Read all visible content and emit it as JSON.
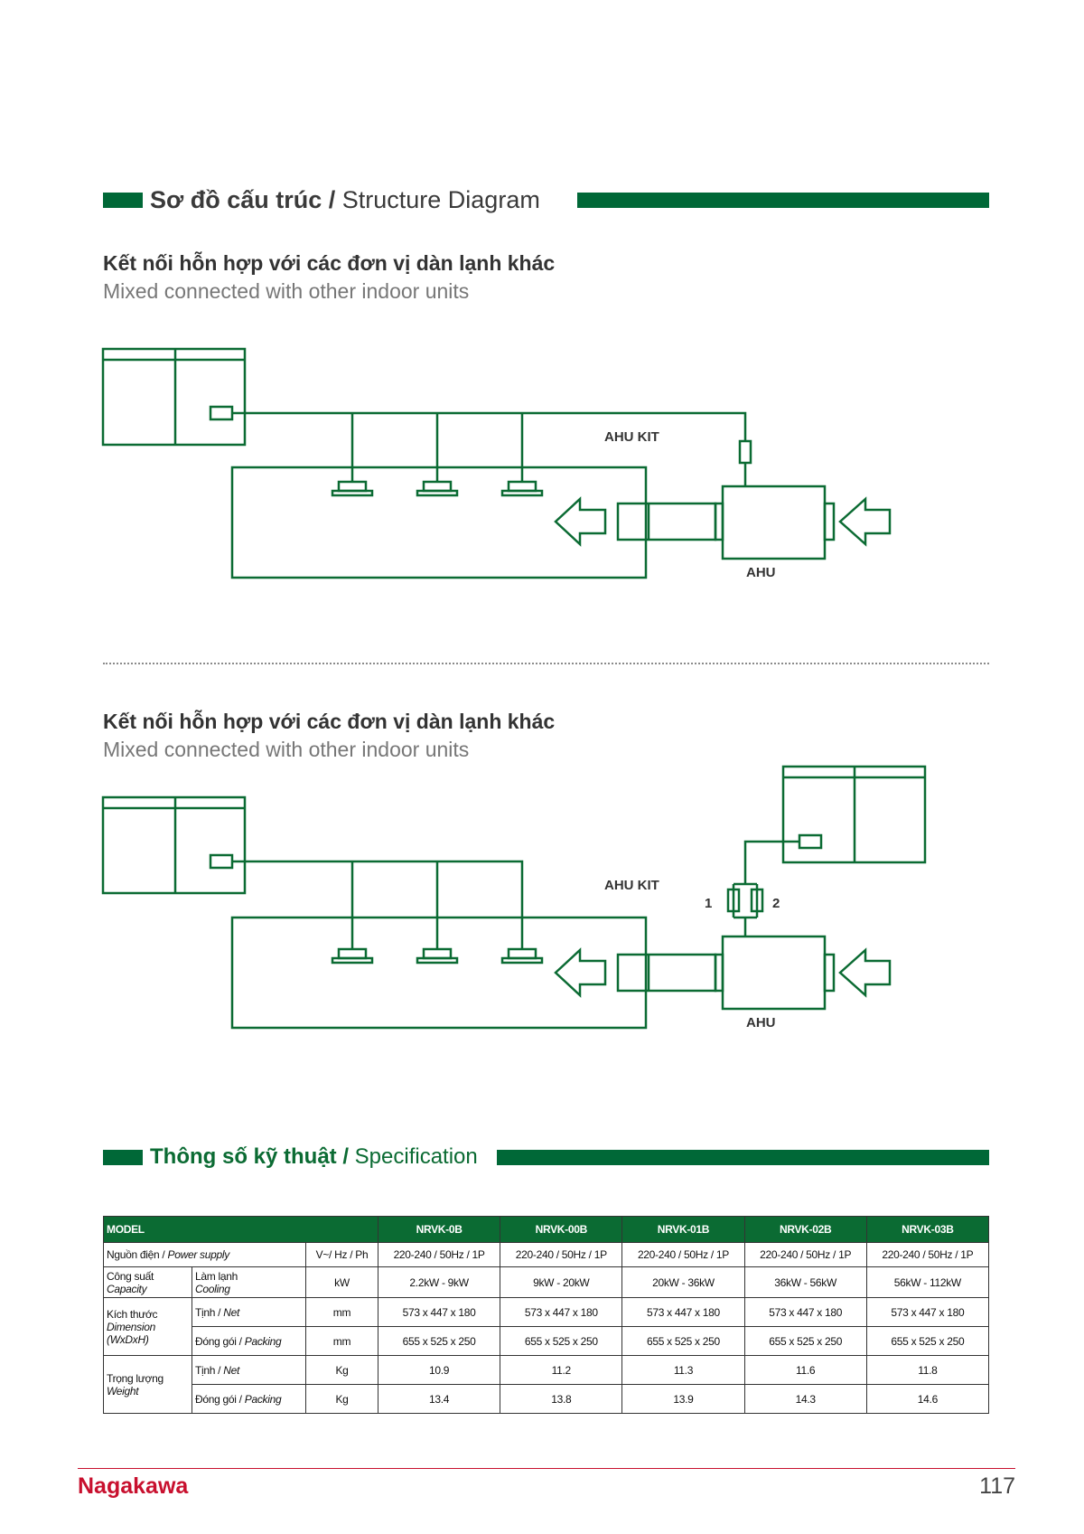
{
  "section1": {
    "title_vi": "Sơ đồ cấu trúc /",
    "title_en": "Structure Diagram"
  },
  "diagram1": {
    "heading_vi": "Kết nối hỗn hợp với các đơn vị dàn lạnh khác",
    "heading_en": "Mixed connected with other indoor units",
    "ahu_kit_label": "AHU KIT",
    "ahu_label": "AHU"
  },
  "diagram2": {
    "heading_vi": "Kết nối hỗn hợp với các đơn vị dàn lạnh khác",
    "heading_en": "Mixed connected with other indoor units",
    "ahu_kit_label": "AHU KIT",
    "ahu_label": "AHU",
    "kit1_label": "1",
    "kit2_label": "2"
  },
  "section2": {
    "title_vi": "Thông số kỹ thuật /",
    "title_en": "Specification"
  },
  "spec": {
    "model_label": "MODEL",
    "models": [
      "NRVK-0B",
      "NRVK-00B",
      "NRVK-01B",
      "NRVK-02B",
      "NRVK-03B"
    ],
    "power": {
      "label_vi": "Nguồn điện /",
      "label_en": "Power supply",
      "unit": "V~/ Hz / Ph",
      "values": [
        "220-240 / 50Hz / 1P",
        "220-240 / 50Hz / 1P",
        "220-240 / 50Hz / 1P",
        "220-240 / 50Hz / 1P",
        "220-240 / 50Hz / 1P"
      ]
    },
    "capacity": {
      "label_vi": "Công suất",
      "label_en": "Capacity",
      "sub_vi": "Làm lạnh",
      "sub_en": "Cooling",
      "unit": "kW",
      "values": [
        "2.2kW - 9kW",
        "9kW - 20kW",
        "20kW - 36kW",
        "36kW - 56kW",
        "56kW - 112kW"
      ]
    },
    "dimension": {
      "label_vi": "Kích thước",
      "label_en1": "Dimension",
      "label_en2": "(WxDxH)",
      "net_vi": "Tịnh /",
      "net_en": "Net",
      "net_unit": "mm",
      "net_values": [
        "573 x 447 x 180",
        "573 x 447 x 180",
        "573 x 447 x 180",
        "573 x 447 x 180",
        "573 x 447 x 180"
      ],
      "pack_vi": "Đóng gói /",
      "pack_en": "Packing",
      "pack_unit": "mm",
      "pack_values": [
        "655 x 525 x 250",
        "655 x 525 x 250",
        "655 x 525 x 250",
        "655 x 525 x 250",
        "655 x 525 x 250"
      ]
    },
    "weight": {
      "label_vi": "Trọng lượng",
      "label_en": "Weight",
      "net_vi": "Tịnh /",
      "net_en": "Net",
      "net_unit": "Kg",
      "net_values": [
        "10.9",
        "11.2",
        "11.3",
        "11.6",
        "11.8"
      ],
      "pack_vi": "Đóng gói /",
      "pack_en": "Packing",
      "pack_unit": "Kg",
      "pack_values": [
        "13.4",
        "13.8",
        "13.9",
        "14.3",
        "14.6"
      ]
    }
  },
  "footer": {
    "brand": "Nagakawa",
    "page_number": "117"
  },
  "colors": {
    "accent_green": "#006837",
    "brand_red": "#c8102e"
  }
}
